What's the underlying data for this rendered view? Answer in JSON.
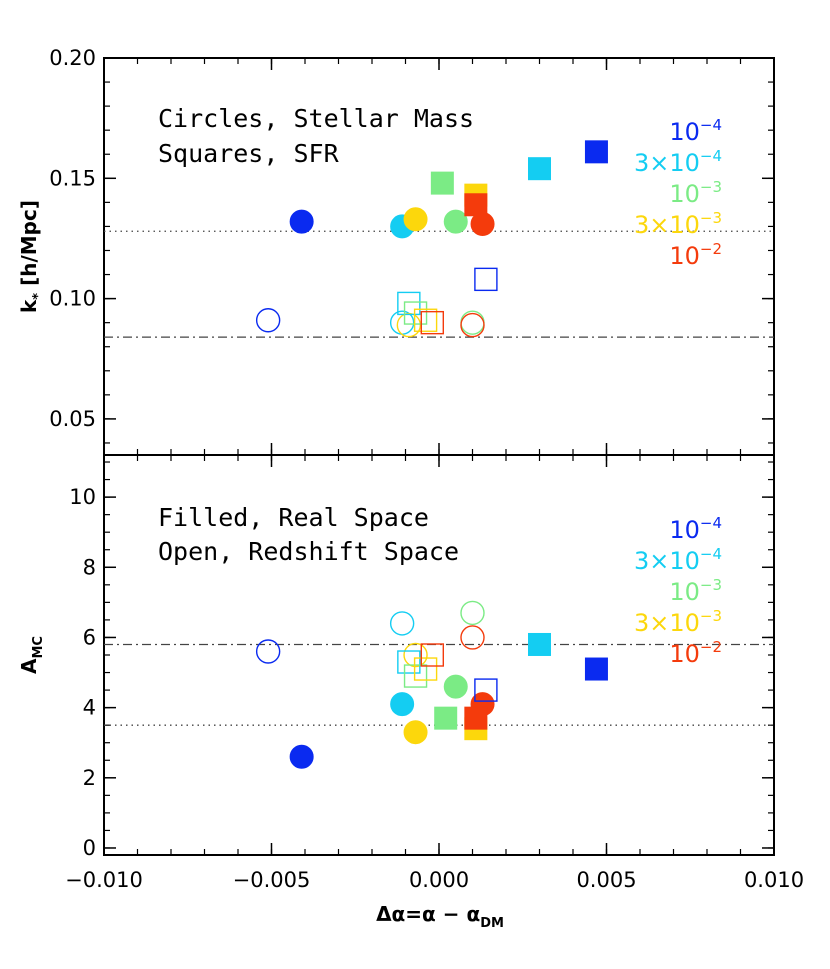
{
  "chart_data": [
    {
      "type": "scatter",
      "panel": "top",
      "ylabel_main": "k",
      "ylabel_sub": "*",
      "ylabel_rest": " [h/Mpc]",
      "xlim": [
        -0.01,
        0.01
      ],
      "ylim": [
        0.035,
        0.2
      ],
      "xticks": [
        -0.01,
        -0.005,
        0.0,
        0.005,
        0.01
      ],
      "yticks": [
        0.05,
        0.1,
        0.15,
        0.2
      ],
      "ytick_labels": [
        "0.05",
        "0.10",
        "0.15",
        "0.20"
      ],
      "notes": [
        "Circles, Stellar Mass",
        "Squares, SFR"
      ],
      "hlines": [
        {
          "y": 0.128,
          "style": "dotted"
        },
        {
          "y": 0.084,
          "style": "dashdot"
        }
      ],
      "points": [
        {
          "x": -0.0041,
          "y": 0.132,
          "shape": "circle",
          "filled": true,
          "color": "#0a2af0"
        },
        {
          "x": -0.0011,
          "y": 0.13,
          "shape": "circle",
          "filled": true,
          "color": "#14cdf2"
        },
        {
          "x": -0.0007,
          "y": 0.133,
          "shape": "circle",
          "filled": true,
          "color": "#fcd70c"
        },
        {
          "x": 0.0005,
          "y": 0.132,
          "shape": "circle",
          "filled": true,
          "color": "#7beb85"
        },
        {
          "x": 0.0013,
          "y": 0.131,
          "shape": "circle",
          "filled": true,
          "color": "#f43b0c"
        },
        {
          "x": 0.0001,
          "y": 0.148,
          "shape": "square",
          "filled": true,
          "color": "#7beb85"
        },
        {
          "x": 0.0011,
          "y": 0.143,
          "shape": "square",
          "filled": true,
          "color": "#fcd70c"
        },
        {
          "x": 0.0011,
          "y": 0.139,
          "shape": "square",
          "filled": true,
          "color": "#f43b0c"
        },
        {
          "x": 0.003,
          "y": 0.154,
          "shape": "square",
          "filled": true,
          "color": "#14cdf2"
        },
        {
          "x": 0.0047,
          "y": 0.161,
          "shape": "square",
          "filled": true,
          "color": "#0a2af0"
        },
        {
          "x": -0.0051,
          "y": 0.091,
          "shape": "circle",
          "filled": false,
          "color": "#0a2af0"
        },
        {
          "x": -0.0011,
          "y": 0.09,
          "shape": "circle",
          "filled": false,
          "color": "#14cdf2"
        },
        {
          "x": -0.0009,
          "y": 0.089,
          "shape": "circle",
          "filled": false,
          "color": "#fcd70c"
        },
        {
          "x": 0.001,
          "y": 0.09,
          "shape": "circle",
          "filled": false,
          "color": "#7beb85"
        },
        {
          "x": 0.001,
          "y": 0.089,
          "shape": "circle",
          "filled": false,
          "color": "#f43b0c"
        },
        {
          "x": -0.0009,
          "y": 0.098,
          "shape": "square",
          "filled": false,
          "color": "#14cdf2"
        },
        {
          "x": -0.0007,
          "y": 0.094,
          "shape": "square",
          "filled": false,
          "color": "#7beb85"
        },
        {
          "x": -0.0004,
          "y": 0.091,
          "shape": "square",
          "filled": false,
          "color": "#fcd70c"
        },
        {
          "x": -0.0002,
          "y": 0.09,
          "shape": "square",
          "filled": false,
          "color": "#f43b0c"
        },
        {
          "x": 0.0014,
          "y": 0.108,
          "shape": "square",
          "filled": false,
          "color": "#0a2af0"
        }
      ]
    },
    {
      "type": "scatter",
      "panel": "bottom",
      "ylabel_main": "A",
      "ylabel_sub": "MC",
      "xlabel_main": "Δα=α − α",
      "xlabel_sub": "DM",
      "xlim": [
        -0.01,
        0.01
      ],
      "ylim": [
        -0.2,
        11.2
      ],
      "xticks": [
        -0.01,
        -0.005,
        0.0,
        0.005,
        0.01
      ],
      "xtick_labels": [
        "−0.010",
        "−0.005",
        "0.000",
        "0.005",
        "0.010"
      ],
      "yticks": [
        0,
        2,
        4,
        6,
        8,
        10
      ],
      "ytick_labels": [
        "0",
        "2",
        "4",
        "6",
        "8",
        "10"
      ],
      "notes": [
        "Filled, Real Space",
        "Open, Redshift Space"
      ],
      "hlines": [
        {
          "y": 5.8,
          "style": "dashdot"
        },
        {
          "y": 3.5,
          "style": "dotted"
        }
      ],
      "points": [
        {
          "x": -0.0041,
          "y": 2.6,
          "shape": "circle",
          "filled": true,
          "color": "#0a2af0"
        },
        {
          "x": -0.0011,
          "y": 4.1,
          "shape": "circle",
          "filled": true,
          "color": "#14cdf2"
        },
        {
          "x": -0.0007,
          "y": 3.3,
          "shape": "circle",
          "filled": true,
          "color": "#fcd70c"
        },
        {
          "x": 0.0005,
          "y": 4.6,
          "shape": "circle",
          "filled": true,
          "color": "#7beb85"
        },
        {
          "x": 0.0013,
          "y": 4.1,
          "shape": "circle",
          "filled": true,
          "color": "#f43b0c"
        },
        {
          "x": 0.0002,
          "y": 3.7,
          "shape": "square",
          "filled": true,
          "color": "#7beb85"
        },
        {
          "x": 0.0011,
          "y": 3.4,
          "shape": "square",
          "filled": true,
          "color": "#fcd70c"
        },
        {
          "x": 0.0011,
          "y": 3.7,
          "shape": "square",
          "filled": true,
          "color": "#f43b0c"
        },
        {
          "x": 0.003,
          "y": 5.8,
          "shape": "square",
          "filled": true,
          "color": "#14cdf2"
        },
        {
          "x": 0.0047,
          "y": 5.1,
          "shape": "square",
          "filled": true,
          "color": "#0a2af0"
        },
        {
          "x": -0.0051,
          "y": 5.6,
          "shape": "circle",
          "filled": false,
          "color": "#0a2af0"
        },
        {
          "x": -0.0011,
          "y": 6.4,
          "shape": "circle",
          "filled": false,
          "color": "#14cdf2"
        },
        {
          "x": -0.0007,
          "y": 5.5,
          "shape": "circle",
          "filled": false,
          "color": "#fcd70c"
        },
        {
          "x": 0.001,
          "y": 6.7,
          "shape": "circle",
          "filled": false,
          "color": "#7beb85"
        },
        {
          "x": 0.001,
          "y": 6.0,
          "shape": "circle",
          "filled": false,
          "color": "#f43b0c"
        },
        {
          "x": -0.0009,
          "y": 5.3,
          "shape": "square",
          "filled": false,
          "color": "#14cdf2"
        },
        {
          "x": -0.0007,
          "y": 4.9,
          "shape": "square",
          "filled": false,
          "color": "#7beb85"
        },
        {
          "x": -0.0004,
          "y": 5.1,
          "shape": "square",
          "filled": false,
          "color": "#fcd70c"
        },
        {
          "x": -0.0002,
          "y": 5.5,
          "shape": "square",
          "filled": false,
          "color": "#f43b0c"
        },
        {
          "x": 0.0014,
          "y": 4.5,
          "shape": "square",
          "filled": false,
          "color": "#0a2af0"
        }
      ]
    }
  ],
  "legend": [
    {
      "base": "10",
      "exp": "−4",
      "color": "#0a2af0"
    },
    {
      "base": "3×10",
      "exp": "−4",
      "color": "#14cdf2"
    },
    {
      "base": "10",
      "exp": "−3",
      "color": "#7beb85"
    },
    {
      "base": "3×10",
      "exp": "−3",
      "color": "#fcd70c"
    },
    {
      "base": "10",
      "exp": "−2",
      "color": "#f43b0c"
    }
  ]
}
